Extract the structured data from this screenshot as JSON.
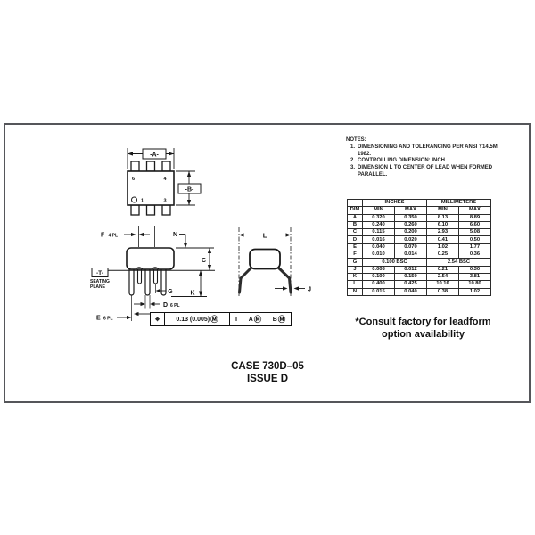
{
  "notes": {
    "heading": "NOTES:",
    "items": [
      {
        "num": "1.",
        "text": "DIMENSIONING AND TOLERANCING PER ANSI Y14.5M, 1982."
      },
      {
        "num": "2.",
        "text": "CONTROLLING DIMENSION: INCH."
      },
      {
        "num": "3.",
        "text": "DIMENSION L TO CENTER OF LEAD WHEN FORMED PARALLEL."
      }
    ]
  },
  "dim_table": {
    "group_headers": [
      "INCHES",
      "MILLIMETERS"
    ],
    "col_dim": "DIM",
    "col_min": "MIN",
    "col_max": "MAX",
    "rows": [
      {
        "dim": "A",
        "cells": [
          "0.320",
          "0.350",
          "8.13",
          "8.89"
        ]
      },
      {
        "dim": "B",
        "cells": [
          "0.240",
          "0.260",
          "6.10",
          "6.60"
        ]
      },
      {
        "dim": "C",
        "cells": [
          "0.115",
          "0.200",
          "2.93",
          "5.08"
        ]
      },
      {
        "dim": "D",
        "cells": [
          "0.016",
          "0.020",
          "0.41",
          "0.50"
        ]
      },
      {
        "dim": "E",
        "cells": [
          "0.040",
          "0.070",
          "1.02",
          "1.77"
        ]
      },
      {
        "dim": "F",
        "cells": [
          "0.010",
          "0.014",
          "0.25",
          "0.36"
        ]
      },
      {
        "dim": "G",
        "spans": [
          "0.100 BSC",
          "2.54 BSC"
        ]
      },
      {
        "dim": "J",
        "cells": [
          "0.008",
          "0.012",
          "0.21",
          "0.30"
        ]
      },
      {
        "dim": "K",
        "cells": [
          "0.100",
          "0.150",
          "2.54",
          "3.81"
        ]
      },
      {
        "dim": "L",
        "cells": [
          "0.400",
          "0.425",
          "10.16",
          "10.80"
        ]
      },
      {
        "dim": "N",
        "cells": [
          "0.015",
          "0.040",
          "0.38",
          "1.02"
        ]
      }
    ]
  },
  "labels": {
    "datum_a": "-A-",
    "datum_b": "-B-",
    "datum_t": "-T-",
    "pin6": "6",
    "pin4": "4",
    "pin1": "1",
    "pin3": "3",
    "f": "F",
    "f_pl": "4 PL",
    "n": "N",
    "c": "C",
    "g": "G",
    "k": "K",
    "d": "D",
    "d_pl": "6 PL",
    "e": "E",
    "e_pl": "6 PL",
    "seating1": "SEATING",
    "seating2": "PLANE",
    "l": "L",
    "j": "J"
  },
  "tolerance_frame": {
    "position_symbol": "⌖",
    "tolerance": "0.13 (0.005)",
    "modifier_m": "Ⓜ",
    "datum_t": "T",
    "datum_a": "A",
    "datum_b": "B"
  },
  "footer": {
    "consult_line1": "*Consult factory for leadform",
    "consult_line2": "option availability",
    "case_number": "CASE 730D–05",
    "issue": "ISSUE D"
  }
}
